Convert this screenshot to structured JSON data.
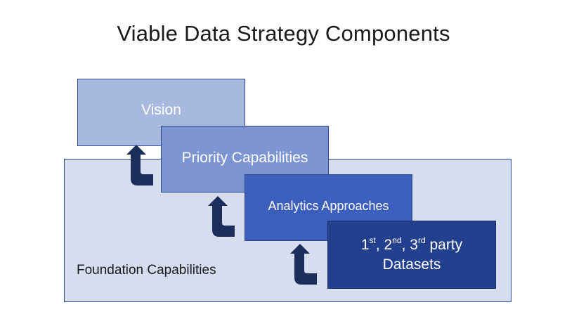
{
  "title": "Viable Data Strategy Components",
  "foundation": {
    "label": "Foundation Capabilities"
  },
  "boxes": {
    "vision": "Vision",
    "priority": "Priority Capabilities",
    "analytics": "Analytics Approaches",
    "datasets": {
      "n1": "1",
      "s1": "st",
      "sep1": ", ",
      "n2": "2",
      "s2": "nd",
      "sep2": ", ",
      "n3": "3",
      "s3": "rd",
      "rest": " party",
      "line2": "Datasets"
    }
  },
  "colors": {
    "foundation_fill": "#d5ddef",
    "vision_fill": "#a8b9e0",
    "priority_fill": "#7e95d3",
    "analytics_fill": "#3c5ebd",
    "datasets_fill": "#22408e",
    "arrow_fill": "#1c2e5c",
    "border": "#2e4b87"
  },
  "icons": [
    "curved-up-arrow-icon",
    "curved-up-arrow-icon",
    "curved-up-arrow-icon"
  ]
}
